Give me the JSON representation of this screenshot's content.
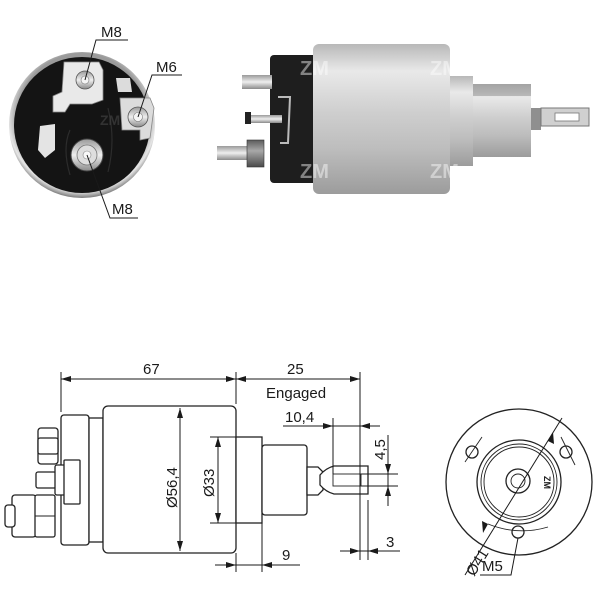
{
  "product_photos": {
    "end_view": {
      "labels": [
        {
          "id": "terminal-top",
          "text": "M8"
        },
        {
          "id": "terminal-small",
          "text": "M6"
        },
        {
          "id": "terminal-bottom",
          "text": "M8"
        }
      ],
      "watermark": "ZM"
    },
    "side_view": {
      "watermarks": [
        "ZM",
        "ZM",
        "ZM",
        "ZM"
      ]
    }
  },
  "technical_drawing": {
    "side": {
      "dimensions": {
        "body_length": "67",
        "stroke": "25",
        "stroke_note": "Engaged",
        "lug_length": "10,4",
        "lug_hole": "4,5",
        "body_diameter": "Ø56,4",
        "neck_diameter": "Ø33",
        "neck_length": "9",
        "lug_thickness": "3"
      }
    },
    "front": {
      "dimensions": {
        "bolt_circle": "Ø41",
        "mount_thread": "M5"
      },
      "logo": "ZM"
    }
  },
  "colors": {
    "background": "#ffffff",
    "line": "#1a1a1a",
    "housing_silver": "#c9c9c9",
    "cap_black": "#1c1c1c"
  }
}
